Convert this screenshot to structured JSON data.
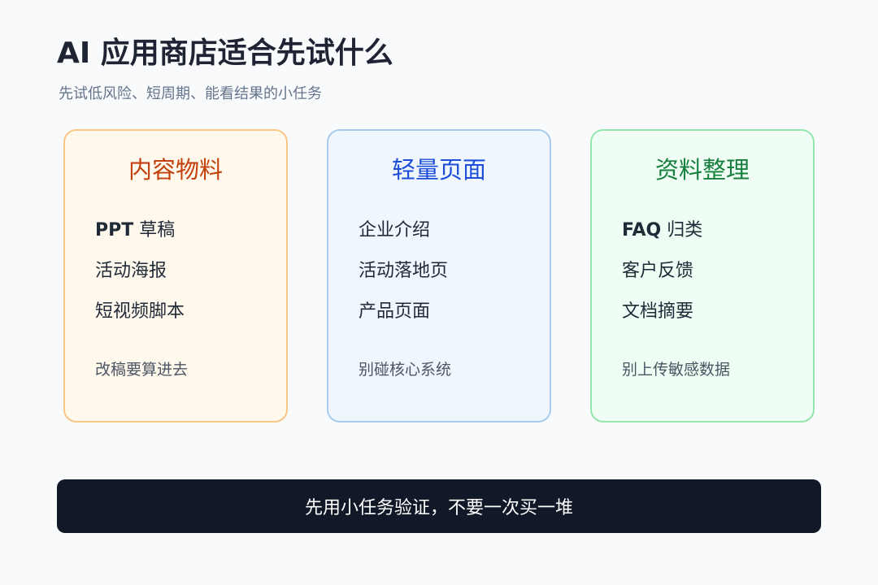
{
  "header": {
    "title": "AI 应用商店适合先试什么",
    "subtitle": "先试低风险、短周期、能看结果的小任务"
  },
  "cards": [
    {
      "title": "内容物料",
      "items": [
        {
          "bold": "PPT",
          "text": " 草稿"
        },
        {
          "bold": "",
          "text": "活动海报"
        },
        {
          "bold": "",
          "text": "短视频脚本"
        }
      ],
      "note": "改稿要算进去"
    },
    {
      "title": "轻量页面",
      "items": [
        {
          "bold": "",
          "text": "企业介绍"
        },
        {
          "bold": "",
          "text": "活动落地页"
        },
        {
          "bold": "",
          "text": "产品页面"
        }
      ],
      "note": "别碰核心系统"
    },
    {
      "title": "资料整理",
      "items": [
        {
          "bold": "FAQ",
          "text": " 归类"
        },
        {
          "bold": "",
          "text": "客户反馈"
        },
        {
          "bold": "",
          "text": "文档摘要"
        }
      ],
      "note": "别上传敏感数据"
    }
  ],
  "banner": {
    "text": "先用小任务验证，不要一次买一堆"
  },
  "colors": {
    "background": "#f8fafc",
    "card1_accent": "#c2410c",
    "card2_accent": "#1d4ed8",
    "card3_accent": "#15803d",
    "banner_bg": "#111827"
  }
}
